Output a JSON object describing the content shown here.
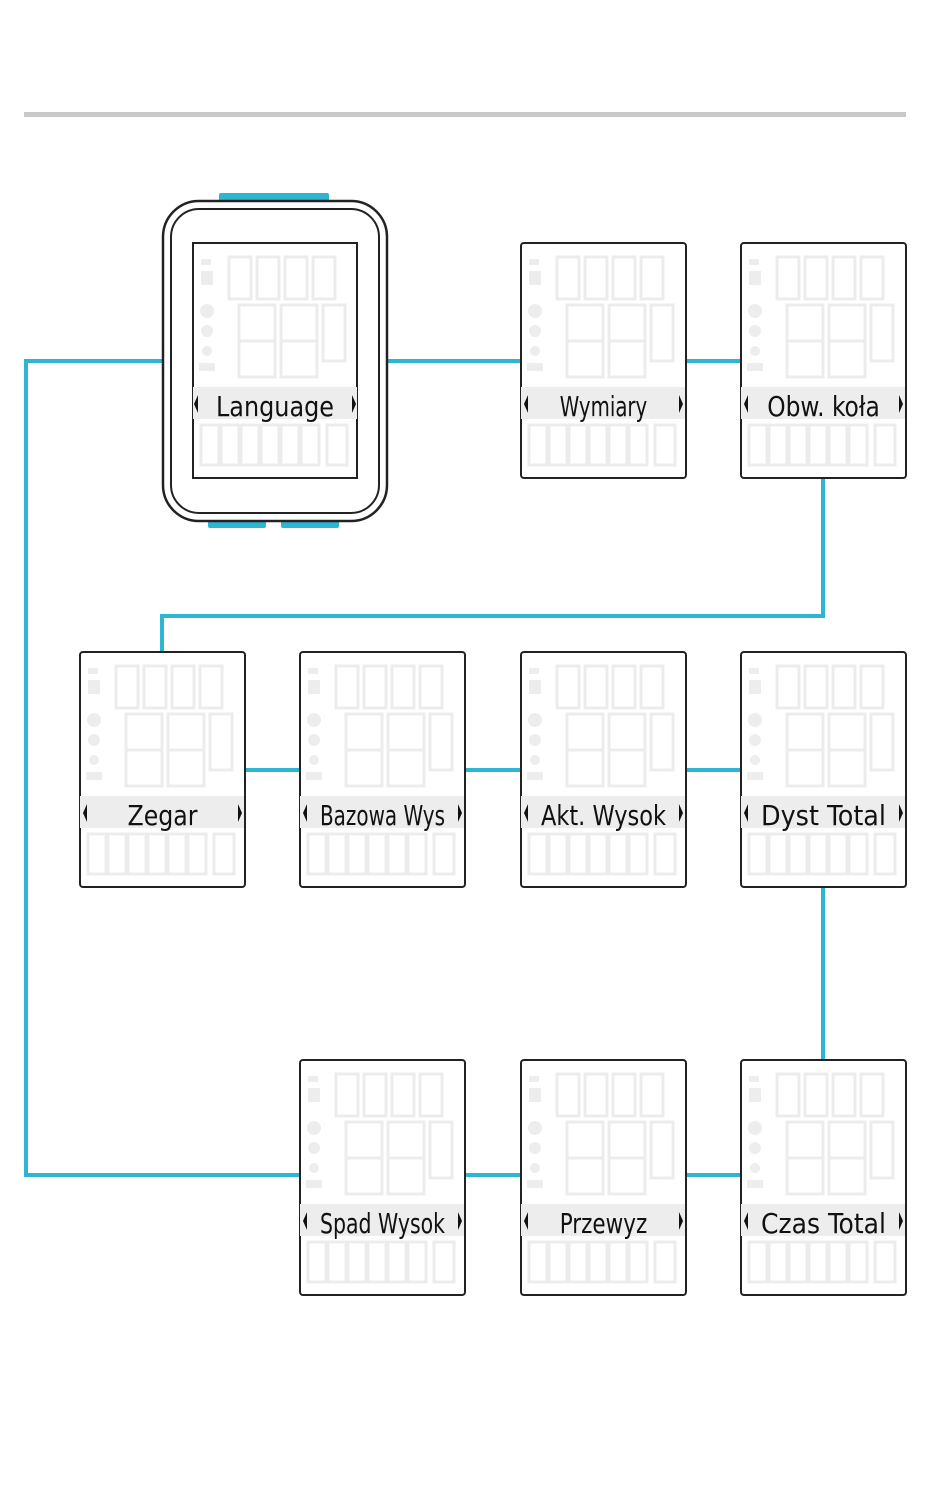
{
  "colors": {
    "connector": "#2db6d2",
    "frame": "#222222",
    "ghost": "#ececec",
    "rule": "#c8c8c8"
  },
  "device": {
    "label": "Language"
  },
  "screens": [
    {
      "id": "wymiary",
      "label": "Wymiary"
    },
    {
      "id": "obw-kola",
      "label": "Obw. koła"
    },
    {
      "id": "zegar",
      "label": "Zegar"
    },
    {
      "id": "bazowa-wys",
      "label": "Bazowa Wys"
    },
    {
      "id": "akt-wysok",
      "label": "Akt. Wysok"
    },
    {
      "id": "dyst-total",
      "label": "Dyst Total"
    },
    {
      "id": "spad-wysok",
      "label": "Spad Wysok"
    },
    {
      "id": "przewyz",
      "label": "Przewyz"
    },
    {
      "id": "czas-total",
      "label": "Czas Total"
    }
  ]
}
